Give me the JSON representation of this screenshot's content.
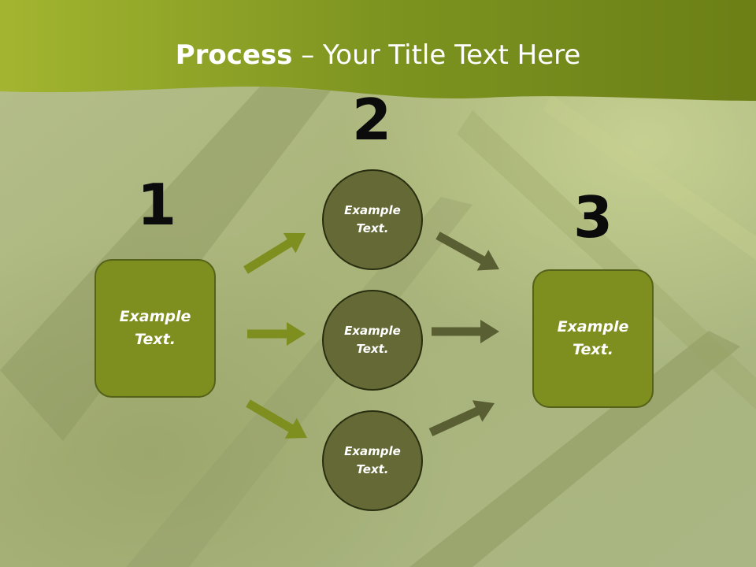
{
  "header": {
    "title_bold": "Process",
    "title_rest": " – Your Title Text Here"
  },
  "steps": {
    "n1": "1",
    "n2": "2",
    "n3": "3"
  },
  "diagram": {
    "box_left": "Example\nText.",
    "circle_top": "Example\nText.",
    "circle_middle": "Example\nText.",
    "circle_bottom": "Example\nText.",
    "box_right": "Example\nText."
  },
  "colors": {
    "header_band": "#7f9420",
    "box_fill": "#7e8e1f",
    "circle_fill": "#646935",
    "arrow_light": "#7e8e1f",
    "arrow_dark": "#5a5f33"
  }
}
